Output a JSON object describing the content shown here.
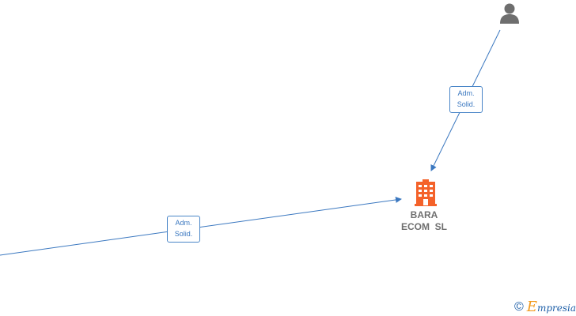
{
  "diagram": {
    "nodes": {
      "person": {
        "icon": "person-icon",
        "color": "#6e6e6e"
      },
      "company": {
        "icon": "building-icon",
        "color": "#f4622a",
        "name_line1": "BARA",
        "name_line2": "ECOM  SL"
      }
    },
    "edges": [
      {
        "from": "person",
        "to": "company",
        "label_line1": "Adm.",
        "label_line2": "Solid."
      },
      {
        "from": "off-canvas-left",
        "to": "company",
        "label_line1": "Adm.",
        "label_line2": "Solid."
      }
    ],
    "edge_color": "#3b78c0"
  },
  "watermark": {
    "symbol": "©",
    "brand_initial": "E",
    "brand_rest": "mpresia",
    "brand_color": "#1e5fa8",
    "accent_color": "#f29a1d"
  }
}
